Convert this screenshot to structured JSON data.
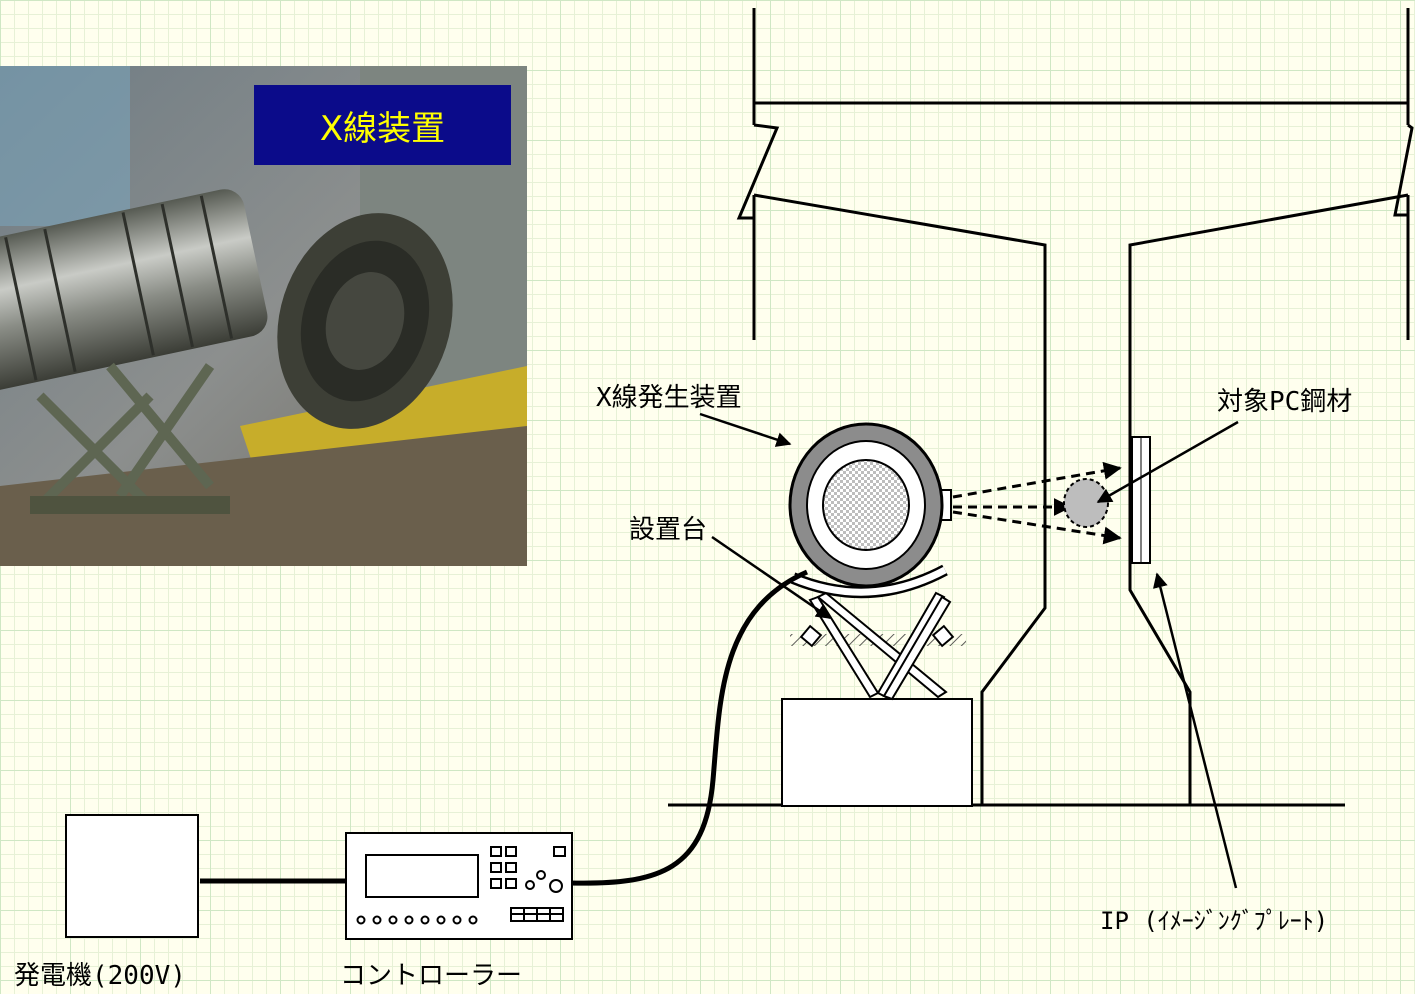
{
  "photo": {
    "title": "X線装置"
  },
  "labels": {
    "xray_generator": "X線発生装置",
    "target_pc_steel": "対象PC鋼材",
    "stand": "設置台",
    "generator": "発電機(200V)",
    "controller": "コントローラー",
    "imaging_plate": "IP (ｲﾒｰｼﾞﾝｸﾞﾌﾟﾚｰﾄ)"
  }
}
